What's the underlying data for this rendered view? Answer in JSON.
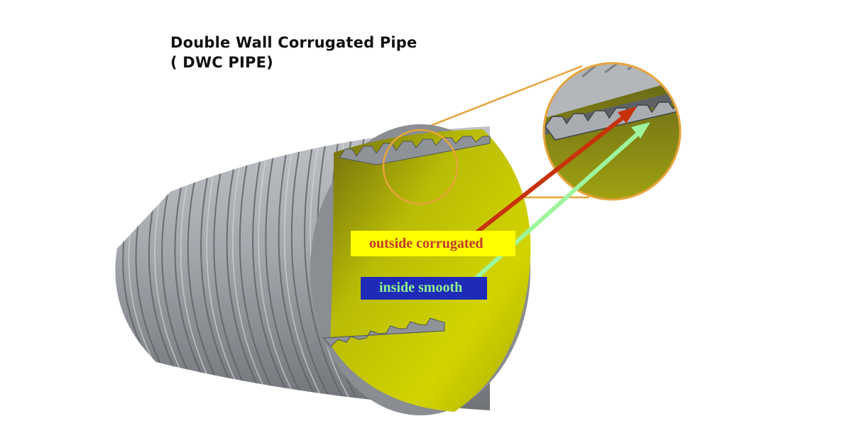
{
  "title": {
    "line1": "Double Wall Corrugated Pipe",
    "line2": "( DWC PIPE)"
  },
  "labels": {
    "outside": "outside corrugated",
    "inside": "inside smooth"
  },
  "colors": {
    "pipe_outer": "#9a9ea3",
    "pipe_inner": "#c5c800",
    "magnifier_ring": "#e6a43c",
    "outside_label_bg": "#ffff00",
    "outside_label_text": "#c0392b",
    "inside_label_bg": "#1f2bb8",
    "inside_label_text": "#90f090",
    "outside_arrow": "#c8320a",
    "inside_arrow": "#9ef59e"
  }
}
